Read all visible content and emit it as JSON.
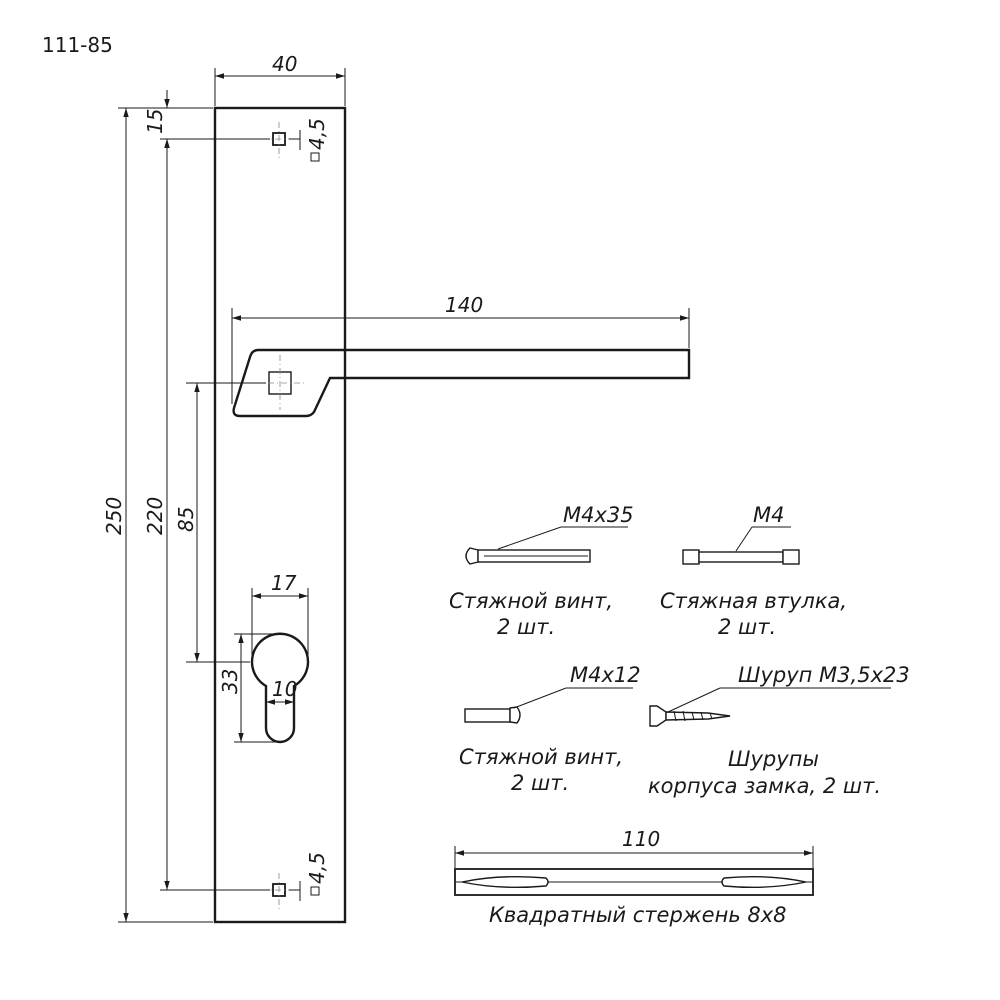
{
  "drawing": {
    "code": "111-85",
    "colors": {
      "line": "#1a1a1a",
      "center_line": "#888888",
      "background": "#ffffff"
    }
  },
  "dimensions": {
    "plate_width": "40",
    "plate_height": "250",
    "hole_pitch": "220",
    "top_offset": "15",
    "hole_size_top": "4,5",
    "hole_size_bottom": "4,5",
    "handle_length": "140",
    "spindle_to_cylinder": "85",
    "cylinder_width": "17",
    "cylinder_height": "33",
    "cylinder_slot": "10",
    "rod_length": "110"
  },
  "parts": [
    {
      "spec": "М4х35",
      "name": "Стяжной винт,",
      "qty": "2 шт."
    },
    {
      "spec": "М4",
      "name": "Стяжная втулка,",
      "qty": "2 шт."
    },
    {
      "spec": "М4х12",
      "name": "Стяжной винт,",
      "qty": "2 шт."
    },
    {
      "spec": "Шуруп М3,5х23",
      "name": "Шурупы",
      "qty": "корпуса замка, 2 шт."
    }
  ],
  "rod": {
    "name": "Квадратный стержень 8х8"
  }
}
